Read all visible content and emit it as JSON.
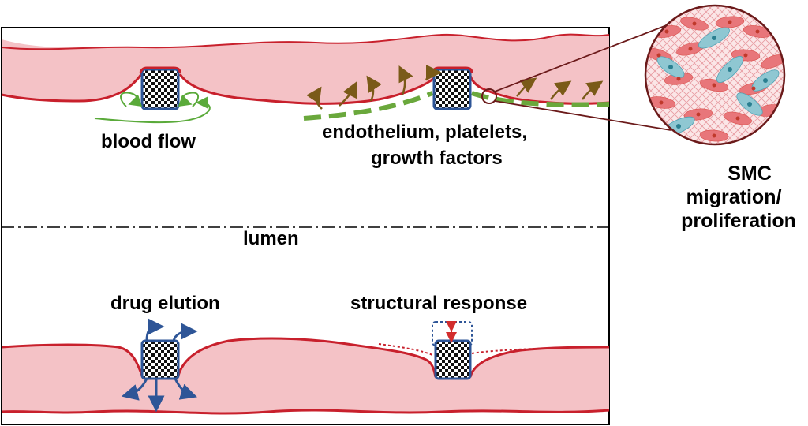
{
  "labels": {
    "blood_flow": "blood flow",
    "endothelium_line1": "endothelium, platelets,",
    "endothelium_line2": "growth factors",
    "lumen": "lumen",
    "drug_elution": "drug elution",
    "structural_response": "structural response",
    "smc_line1": "SMC",
    "smc_line2": "migration/",
    "smc_line3": "proliferation"
  },
  "colors": {
    "vessel_fill": "#f4c2c6",
    "vessel_edge": "#c8202c",
    "strut_border": "#2e5597",
    "flow_green": "#5aaa3a",
    "endothelium_green": "#6aa83c",
    "growth_arrow": "#7a5a18",
    "elution_blue": "#2e5597",
    "cell_red": "#d9534f",
    "cell_teal": "#4fa3b5",
    "callout_line": "#6b1a1a"
  },
  "icons": {
    "strut": "checkerboard-square",
    "callout": "magnified-tissue-circle"
  }
}
